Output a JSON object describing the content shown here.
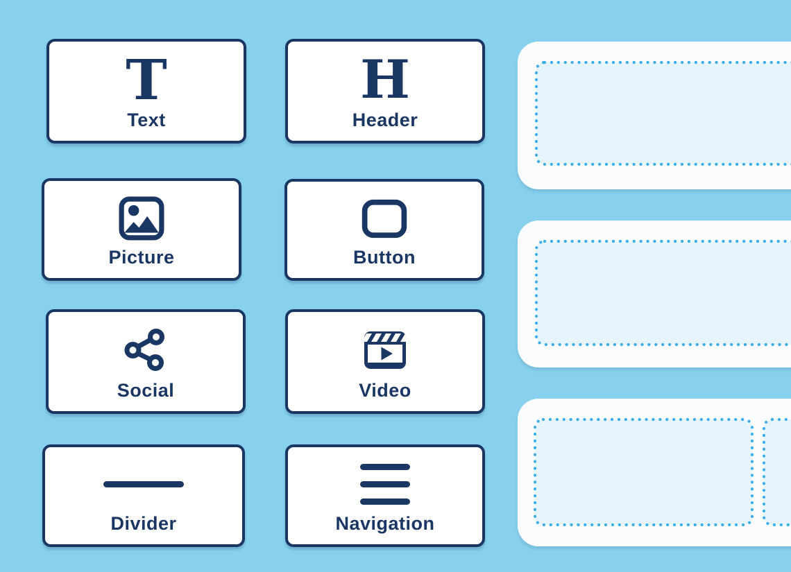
{
  "palette": {
    "background": "#87d1ee",
    "navy": "#1a3663",
    "card_background": "#ffffff",
    "panel_background": "#fafcfd",
    "dropzone_fill": "#e6f4fc",
    "dropzone_dot": "#3cade6"
  },
  "components": [
    {
      "label": "Text",
      "icon": "text-icon",
      "glyph": "T"
    },
    {
      "label": "Header",
      "icon": "header-icon",
      "glyph": "H"
    },
    {
      "label": "Picture",
      "icon": "picture-icon"
    },
    {
      "label": "Button",
      "icon": "button-icon"
    },
    {
      "label": "Social",
      "icon": "social-icon"
    },
    {
      "label": "Video",
      "icon": "video-icon"
    },
    {
      "label": "Divider",
      "icon": "divider-icon"
    },
    {
      "label": "Navigation",
      "icon": "navigation-icon"
    }
  ],
  "canvas": {
    "panels": [
      {
        "name": "panel-1",
        "dropzones": 1
      },
      {
        "name": "panel-2",
        "dropzones": 1
      },
      {
        "name": "panel-3",
        "dropzones": 2
      }
    ]
  }
}
